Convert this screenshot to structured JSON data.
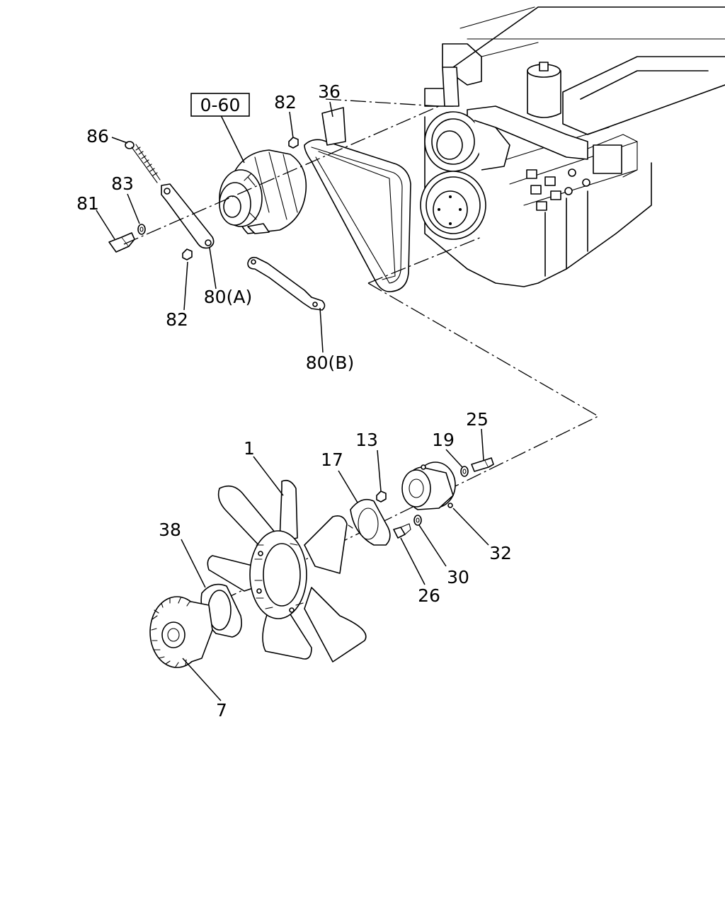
{
  "ref_box": "0-60",
  "callouts": {
    "c82a": "82",
    "c36": "36",
    "c86": "86",
    "c83": "83",
    "c81": "81",
    "c82b": "82",
    "c80a": "80(A)",
    "c80b": "80(B)",
    "c1": "1",
    "c17": "17",
    "c13": "13",
    "c19": "19",
    "c25": "25",
    "c38": "38",
    "c32": "32",
    "c30": "30",
    "c26": "26",
    "c7": "7"
  }
}
